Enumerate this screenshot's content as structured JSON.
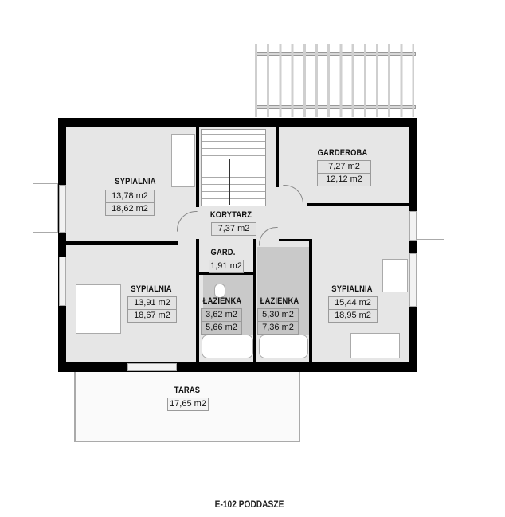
{
  "plan": {
    "caption": "E-102 PODDASZE",
    "rooms": [
      {
        "id": "bedroom-nw",
        "name": "SYPIALNIA",
        "area_usable": "13,78 m2",
        "area_total": "18,62 m2"
      },
      {
        "id": "corridor",
        "name": "KORYTARZ",
        "area_usable": "7,37 m2"
      },
      {
        "id": "wardrobe-large",
        "name": "GARDEROBA",
        "area_usable": "7,27 m2",
        "area_total": "12,12 m2"
      },
      {
        "id": "closet",
        "name": "GARD.",
        "area_usable": "1,91 m2"
      },
      {
        "id": "bedroom-sw",
        "name": "SYPIALNIA",
        "area_usable": "13,91 m2",
        "area_total": "18,67 m2"
      },
      {
        "id": "bathroom-1",
        "name": "ŁAZIENKA",
        "area_usable": "3,62 m2",
        "area_total": "5,66 m2"
      },
      {
        "id": "bathroom-2",
        "name": "ŁAZIENKA",
        "area_usable": "5,30 m2",
        "area_total": "7,36 m2"
      },
      {
        "id": "bedroom-e",
        "name": "SYPIALNIA",
        "area_usable": "15,44 m2",
        "area_total": "18,95 m2"
      },
      {
        "id": "terrace",
        "name": "TARAS",
        "area_usable": "17,65 m2"
      }
    ],
    "colors": {
      "wall": "#000000",
      "floor": "#e6e6e6",
      "wet_floor": "#c9c9c9",
      "background": "#ffffff"
    }
  }
}
